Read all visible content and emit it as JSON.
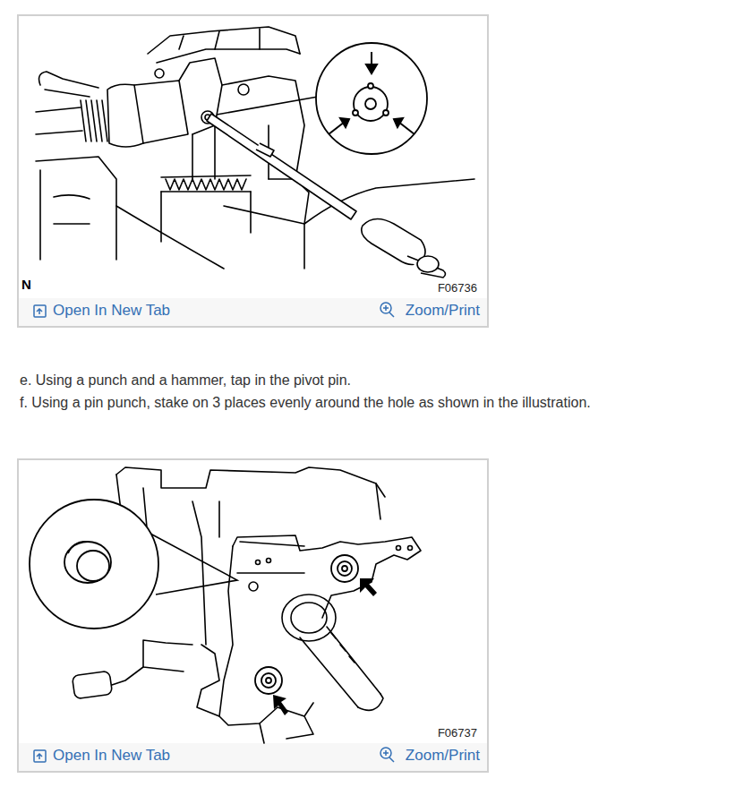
{
  "diagram": {
    "labels": [
      "N",
      "F06736",
      "Open In New Tab",
      "Zoom/Print",
      "e. Using a punch and a hammer, tap in the pivot pin.",
      "f. Using a pin punch, stake on 3 places evenly around the hole as shown in the illustration.",
      "F06737",
      "Open In New Tab",
      "Zoom/Print"
    ]
  }
}
